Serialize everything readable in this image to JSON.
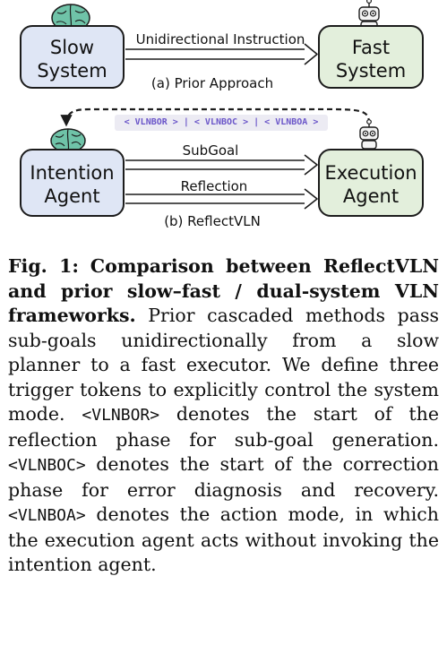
{
  "diagram": {
    "prior": {
      "slow_box": {
        "line1": "Slow",
        "line2": "System"
      },
      "fast_box": {
        "line1": "Fast",
        "line2": "System"
      },
      "arrow_label": "Unidirectional Instruction",
      "subcaption": "(a) Prior Approach",
      "slow_icon": "brain-icon",
      "fast_icon": "robot-icon"
    },
    "reflect": {
      "intention_box": {
        "line1": "Intention",
        "line2": "Agent"
      },
      "execution_box": {
        "line1": "Execution",
        "line2": "Agent"
      },
      "tokens_banner": "< VLNBOR > | < VLNBOC > | < VLNBOA >",
      "arrow1_label": "SubGoal",
      "arrow2_label": "Reflection",
      "subcaption": "(b) ReflectVLN",
      "intention_icon": "brain-icon",
      "execution_icon": "robot-icon"
    },
    "colors": {
      "slow_fill": "#dfe6f5",
      "fast_fill": "#e3efdc",
      "token_text": "#6b56c9",
      "token_bg": "#ecebf3",
      "brain_fill": "#6fc3a8"
    }
  },
  "caption": {
    "label": "Fig. 1:",
    "title": "Comparison between ReflectVLN and prior slow–fast / dual-system VLN frameworks.",
    "body_1": "Prior cascaded methods pass sub-goals unidirectionally from a slow planner to a fast executor. We define three trigger tokens to explicitly control the system mode.",
    "token_r": "<VLNBOR>",
    "body_2": "denotes the start of the reflection phase for sub-goal generation.",
    "token_c": "<VLNBOC>",
    "body_3": "denotes the start of the correction phase for error diagnosis and recovery.",
    "token_a": "<VLNBOA>",
    "body_4": "denotes the action mode, in which the execution agent acts without invoking the intention agent."
  }
}
